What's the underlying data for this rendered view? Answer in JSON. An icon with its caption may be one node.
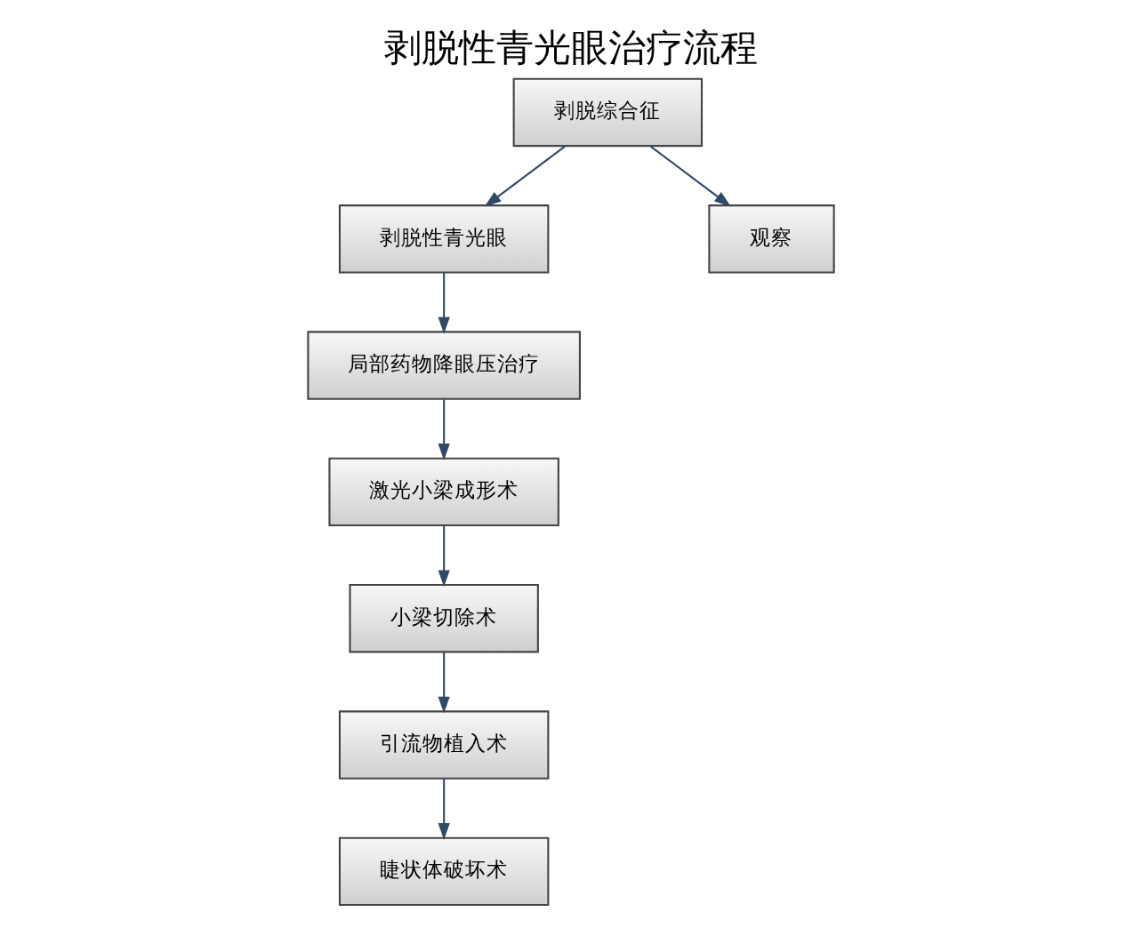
{
  "diagram": {
    "title": "剥脱性青光眼治疗流程",
    "nodes": [
      {
        "text": [
          "剥脱性青光眼"
        ]
      },
      {
        "text": [
          "剥脱综合征"
        ]
      },
      {
        "text": [
          "局部药物降眼压治疗"
        ]
      },
      {
        "text": [
          "观察"
        ]
      },
      {
        "text": [
          "激光小梁成形术"
        ]
      },
      {
        "text": [
          "小梁切除术"
        ]
      },
      {
        "text": [
          "引流物植入术"
        ]
      },
      {
        "text": [
          "睫状体破坏术"
        ]
      }
    ],
    "edges": [
      {
        "from": 1,
        "to": 0,
        "arrow": "to"
      },
      {
        "from": 1,
        "to": 3,
        "arrow": "to"
      },
      {
        "from": 0,
        "to": 2,
        "arrow": "to"
      },
      {
        "from": 2,
        "to": 4,
        "arrow": "to"
      },
      {
        "from": 4,
        "to": 5,
        "arrow": "to"
      },
      {
        "from": 5,
        "to": 6,
        "arrow": "to"
      },
      {
        "from": 6,
        "to": 7,
        "arrow": "to"
      }
    ]
  }
}
